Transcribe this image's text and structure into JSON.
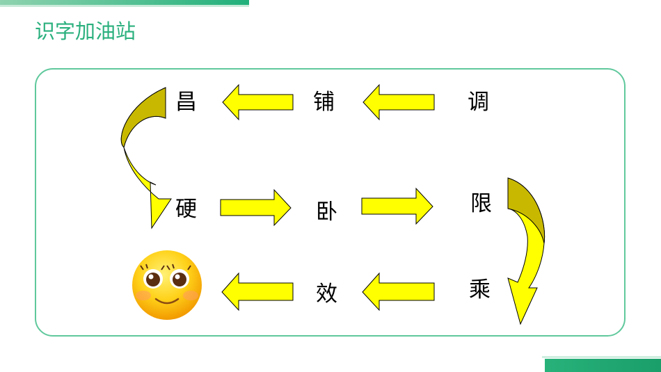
{
  "slide": {
    "title": "识字加油站",
    "characters": {
      "chang": "昌",
      "pu": "铺",
      "tiao": "调",
      "ying": "硬",
      "wo": "卧",
      "xian": "限",
      "xiao": "效",
      "cheng": "乘"
    },
    "end_emoji": "smiley-face"
  },
  "colors": {
    "accent": "#2bb07e",
    "arrow_fill": "#ffff00",
    "arrow_shade": "#c8b900",
    "panel_border": "#5fc89c"
  }
}
